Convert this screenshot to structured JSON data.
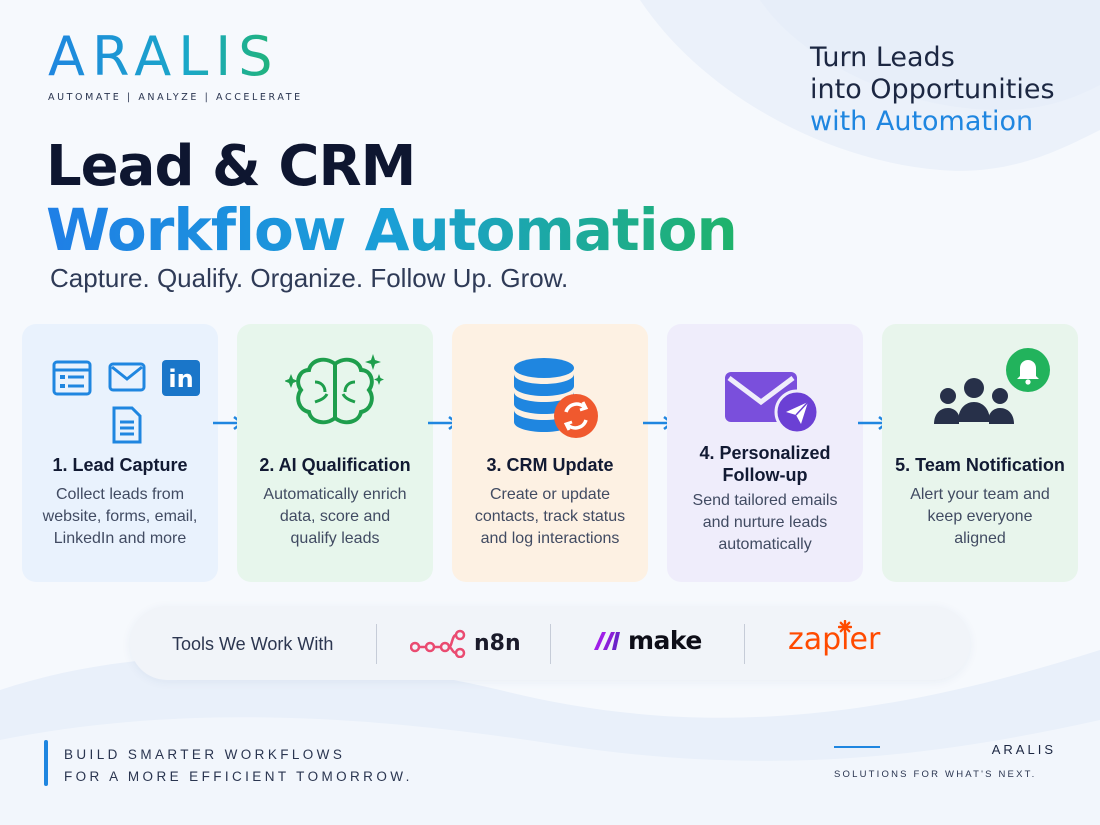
{
  "brand": {
    "logo": "ARALIS",
    "tagline": "AUTOMATE  |  ANALYZE  |  ACCELERATE"
  },
  "headline_right": {
    "line1": "Turn Leads",
    "line2": "into Opportunities",
    "line3": "with Automation"
  },
  "title": {
    "line1": "Lead & CRM",
    "line2": "Workflow Automation",
    "subtitle": "Capture. Qualify. Organize. Follow Up. Grow."
  },
  "steps": [
    {
      "title": "1. Lead Capture",
      "desc": [
        "Collect leads from",
        "website, forms, email,",
        "LinkedIn and more"
      ],
      "icons": [
        "browser-form-icon",
        "email-icon",
        "linkedin-icon",
        "document-icon"
      ]
    },
    {
      "title": "2. AI Qualification",
      "desc": [
        "Automatically enrich",
        "data, score and",
        "qualify leads"
      ],
      "icons": [
        "ai-brain-icon"
      ]
    },
    {
      "title": "3. CRM Update",
      "desc": [
        "Create or update",
        "contacts, track status",
        "and log interactions"
      ],
      "icons": [
        "database-sync-icon"
      ]
    },
    {
      "title": [
        "4. Personalized",
        "Follow-up"
      ],
      "desc": [
        "Send tailored emails",
        "and nurture leads",
        "automatically"
      ],
      "icons": [
        "email-send-icon"
      ]
    },
    {
      "title": "5. Team Notification",
      "desc": [
        "Alert your team and",
        "keep everyone",
        "aligned"
      ],
      "icons": [
        "team-bell-icon"
      ]
    }
  ],
  "tools": {
    "label": "Tools We Work With",
    "items": [
      "n8n",
      "make",
      "zapier"
    ]
  },
  "footer": {
    "left_line1": "BUILD SMARTER WORKFLOWS",
    "left_line2": "FOR A MORE EFFICIENT TOMORROW.",
    "right_brand": "ARALIS",
    "right_tag": "SOLUTIONS FOR WHAT'S NEXT."
  },
  "colors": {
    "accent_blue": "#1f86e0",
    "accent_green": "#23b761",
    "card1": "#e9f2fd",
    "card2": "#e7f6ec",
    "card3": "#fdf1e3",
    "card4": "#efedfb",
    "card5": "#e8f5ec"
  }
}
